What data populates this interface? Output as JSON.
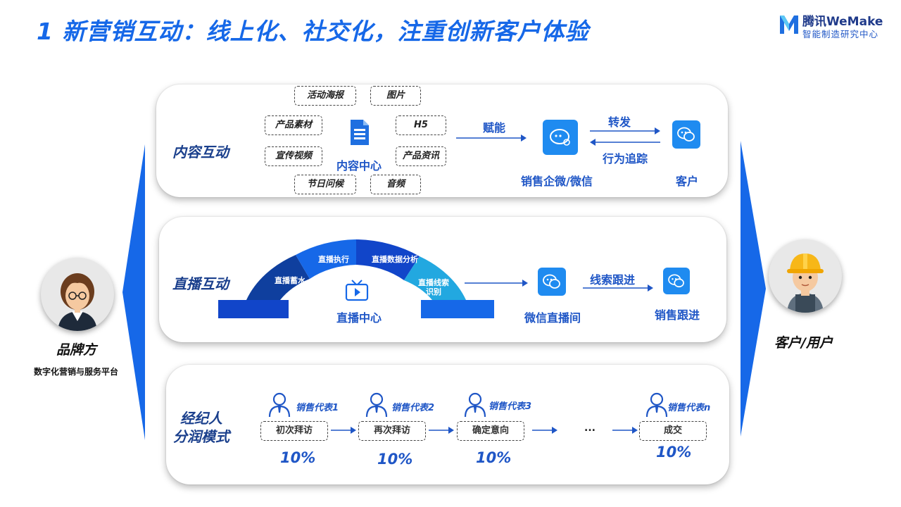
{
  "header": {
    "title": "1 新营销互动：线上化、社交化，注重创新客户体验",
    "logo_line1": "腾讯WeMake",
    "logo_line2": "智能制造研究中心"
  },
  "brand": {
    "name": "品牌方",
    "subtitle": "数字化营销与服务平台"
  },
  "customer": {
    "name": "客户/用户"
  },
  "content": {
    "label": "内容互动",
    "tags": [
      "活动海报",
      "图片",
      "产品素材",
      "H5",
      "宣传视频",
      "产品资讯",
      "节日问候",
      "音频"
    ],
    "center": "内容中心",
    "empower": "赋能",
    "sales_channel": "销售企微/微信",
    "forward": "转发",
    "track": "行为追踪",
    "client": "客户"
  },
  "live": {
    "label": "直播互动",
    "arc": [
      "直播蓄水",
      "直播执行",
      "直播数据分析",
      "直播线索识别"
    ],
    "center": "直播中心",
    "room": "微信直播间",
    "lead_follow": "线索跟进",
    "sales_follow": "销售跟进"
  },
  "broker": {
    "label_line1": "经纪人",
    "label_line2": "分润模式",
    "reps": [
      "销售代表1",
      "销售代表2",
      "销售代表3",
      "销售代表n"
    ],
    "steps": [
      "初次拜访",
      "再次拜访",
      "确定意向",
      "成交"
    ],
    "ellipsis": "...",
    "percents": [
      "10%",
      "10%",
      "10%",
      "10%"
    ]
  },
  "colors": {
    "primary": "#1668e8",
    "dark_navy": "#1a3f8c",
    "wechat": "#1f8bf0"
  }
}
